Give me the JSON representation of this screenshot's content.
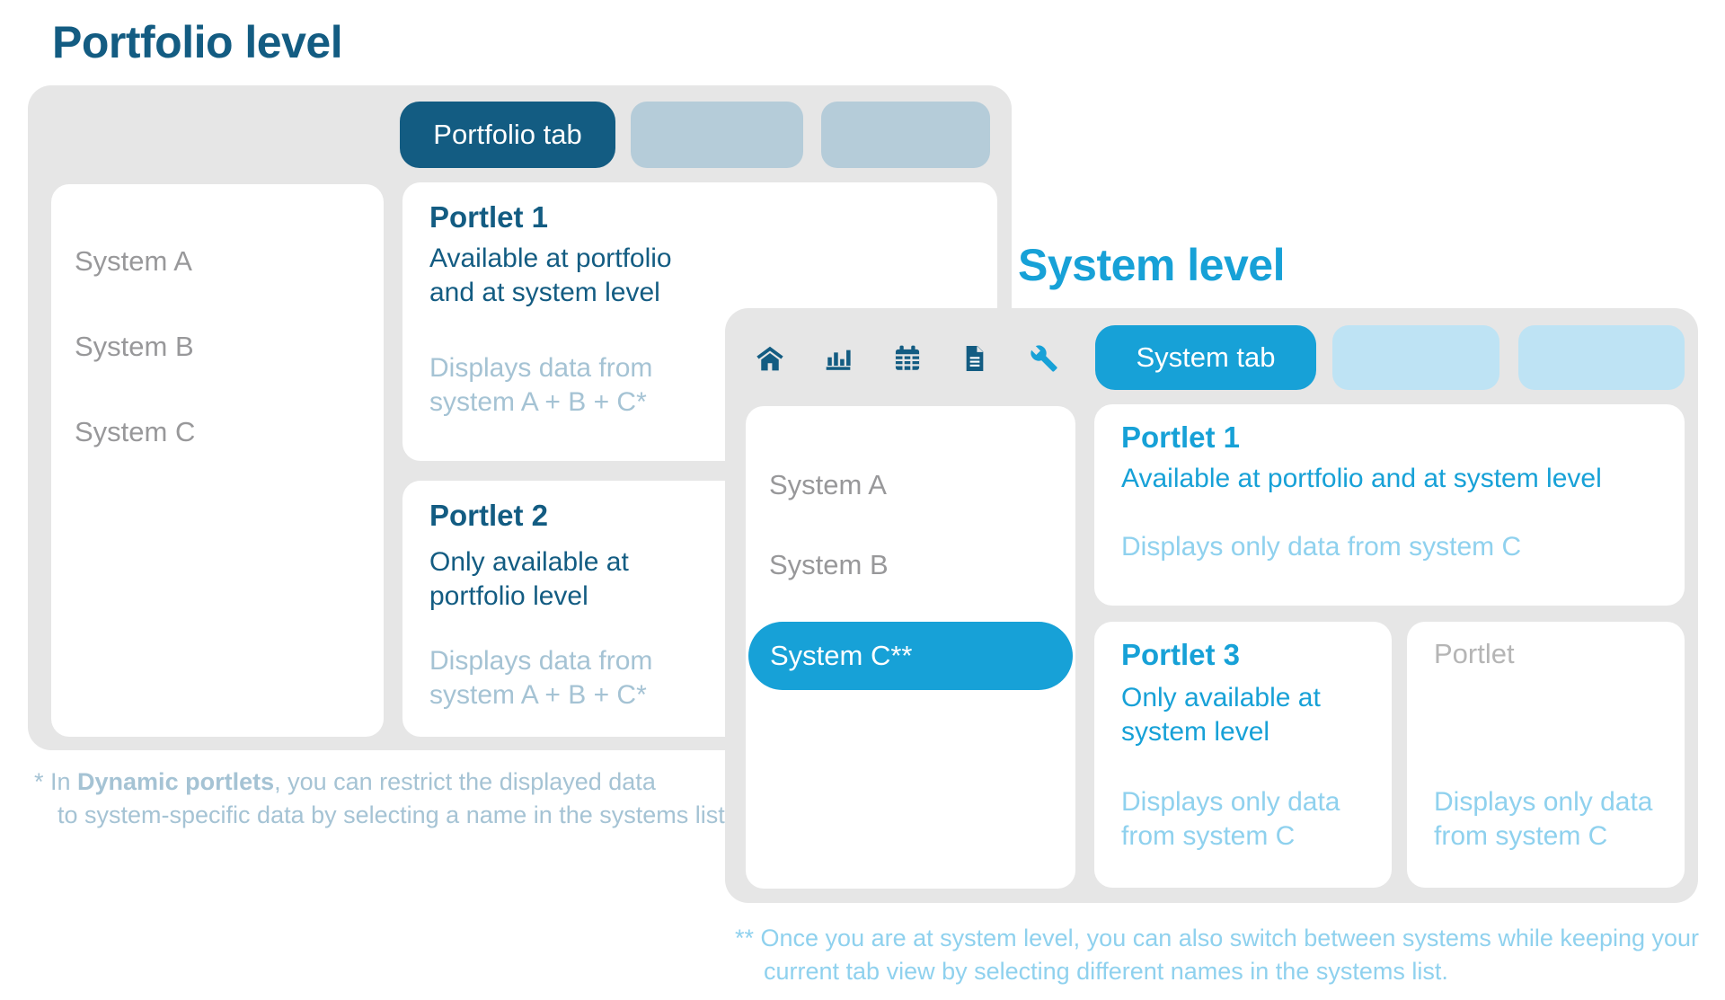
{
  "colors": {
    "dark_blue": "#135C82",
    "cyan": "#17A1D7",
    "panel_gray": "#E6E6E6",
    "muted_tab": "#B5CCD9",
    "light_cyan_tab": "#BEE3F4",
    "gray_text": "#98989A",
    "note_blue": "#A5C3D4",
    "note_cyan": "#8FD1EE",
    "placeholder_text": "#B5B5B5"
  },
  "portfolio": {
    "title": "Portfolio level",
    "toolbar_icons": [
      "home-icon",
      "bar-chart-icon",
      "calendar-icon",
      "document-icon",
      "gear-icon"
    ],
    "tabs": {
      "active": "Portfolio tab"
    },
    "systems": [
      "System A",
      "System B",
      "System C"
    ],
    "portlet_1": {
      "title": "Portlet 1",
      "body": "Available at portfolio\nand at system level",
      "note": "Displays data from\nsystem A + B + C*"
    },
    "portlet_2": {
      "title": "Portlet 2",
      "body": "Only available at\nportfolio level",
      "note": "Displays data from\nsystem A + B + C*"
    },
    "footnote": {
      "prefix": "* In ",
      "bold": "Dynamic portlets",
      "suffix": ", you can restrict the displayed data",
      "line2": "to system-specific data by selecting a name in the systems list."
    }
  },
  "system": {
    "title": "System level",
    "toolbar_icons": [
      "home-icon",
      "bar-chart-icon",
      "calendar-icon",
      "document-icon",
      "wrench-icon"
    ],
    "tabs": {
      "active": "System tab"
    },
    "systems": [
      "System A",
      "System B"
    ],
    "selected_system": "System C**",
    "portlet_1": {
      "title": "Portlet 1",
      "body": "Available at portfolio and at system level",
      "note": "Displays only data from system C"
    },
    "portlet_3": {
      "title": "Portlet 3",
      "body": "Only available at\nsystem level",
      "note": "Displays only data\nfrom system C"
    },
    "portlet_placeholder": {
      "title": "Portlet",
      "note": "Displays only data\nfrom system C"
    },
    "footnote": {
      "line1": "** Once you are at system level, you can also switch between systems while keeping your",
      "line2": "current tab view by selecting different names in the systems list."
    }
  }
}
